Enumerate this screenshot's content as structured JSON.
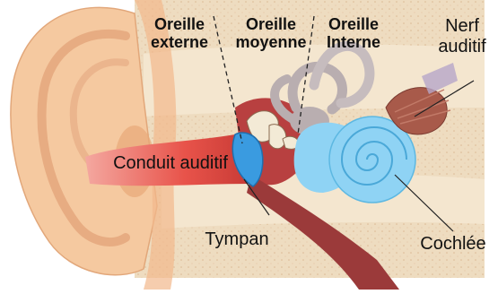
{
  "regions": {
    "outer": {
      "line1": "Oreille",
      "line2": "externe"
    },
    "middle": {
      "line1": "Oreille",
      "line2": "moyenne"
    },
    "inner": {
      "line1": "Oreille",
      "line2": "Interne"
    }
  },
  "labels": {
    "nerve": {
      "line1": "Nerf",
      "line2": "auditif"
    },
    "canal": "Conduit auditif",
    "eardrum": "Tympan",
    "cochlea": "Cochlée"
  },
  "colors": {
    "skin": "#f5c9a0",
    "skin_dark": "#e8a878",
    "bone": "#eedcc0",
    "canal": "#e8534a",
    "eardrum": "#3a9be0",
    "cochlea": "#8fd3f4",
    "canals": "#b9aeb0",
    "nerve": "#a85a4a",
    "tube": "#9b3a3a"
  }
}
